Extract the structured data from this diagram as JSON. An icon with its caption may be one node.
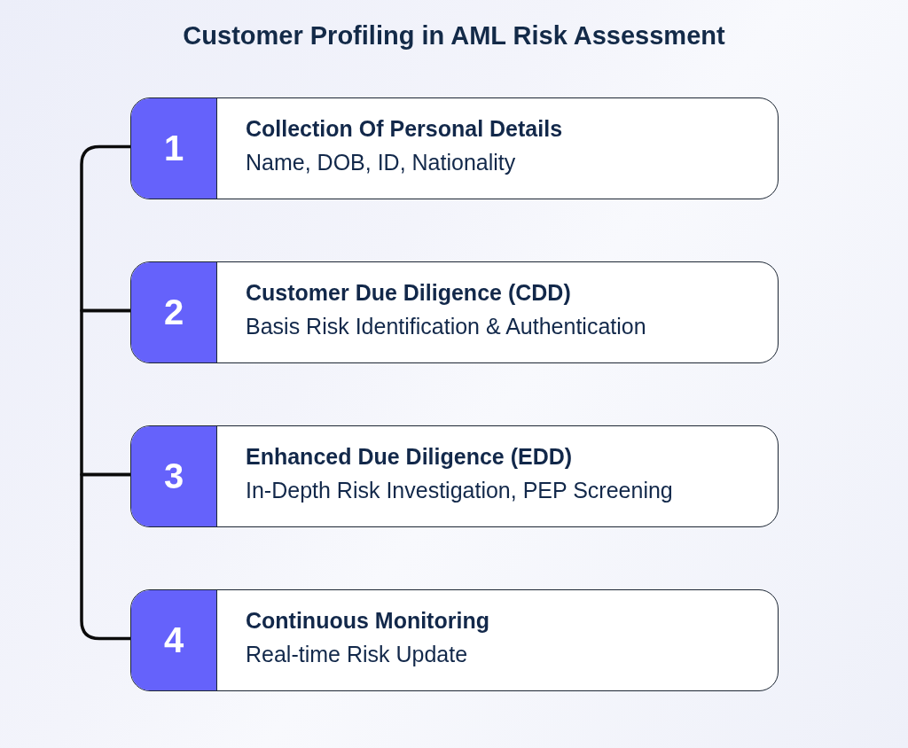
{
  "diagram": {
    "title": "Customer Profiling in AML Risk Assessment",
    "nodes": [
      {
        "text": [
          "1",
          "Collection Of Personal Details",
          "Name, DOB, ID, Nationality"
        ]
      },
      {
        "text": [
          "2",
          "Customer Due Diligence (CDD)",
          "Basis Risk Identification & Authentication"
        ]
      },
      {
        "text": [
          "3",
          "Enhanced Due Diligence (EDD)",
          "In-Depth Risk Investigation, PEP Screening"
        ]
      },
      {
        "text": [
          "4",
          "Continuous Monitoring",
          "Real-time Risk Update"
        ]
      }
    ],
    "edges": [
      {
        "from": 0,
        "to": 1,
        "arrow": "none"
      },
      {
        "from": 1,
        "to": 2,
        "arrow": "none"
      },
      {
        "from": 2,
        "to": 3,
        "arrow": "none"
      }
    ]
  }
}
